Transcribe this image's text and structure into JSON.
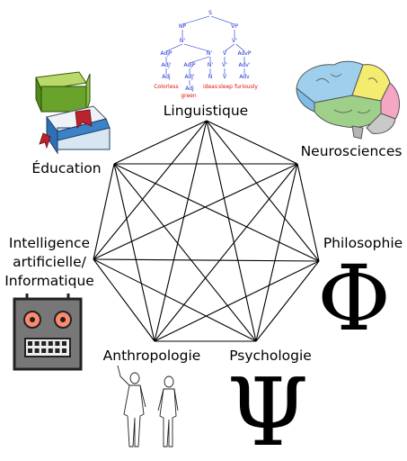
{
  "disciplines": [
    {
      "id": "linguistics",
      "label": "Linguistique"
    },
    {
      "id": "neuro",
      "label": "Neurosciences"
    },
    {
      "id": "philo",
      "label": "Philosophie"
    },
    {
      "id": "psycho",
      "label": "Psychologie"
    },
    {
      "id": "anthro",
      "label": "Anthropologie"
    },
    {
      "id": "ai",
      "label": [
        "Intelligence",
        "artificielle/",
        "Informatique"
      ]
    },
    {
      "id": "edu",
      "label": "Éducation"
    }
  ],
  "symbols": {
    "phi": "Φ",
    "psi": "Ψ"
  },
  "syntax_tree": {
    "nodes": [
      "S",
      "NP",
      "VP",
      "N'",
      "V'",
      "AdjP",
      "N'",
      "V",
      "AdvP",
      "Adj'",
      "AdjP",
      "N'",
      "V'",
      "Adv'",
      "Adj",
      "Adj'",
      "N",
      "V",
      "Adv",
      "Adj"
    ],
    "words": [
      "Colorless",
      "green",
      "ideas",
      "sleep",
      "furiously"
    ]
  },
  "colors": {
    "tree_node": "#1a2fd6",
    "tree_word": "#e01010",
    "edges": "#000000"
  }
}
